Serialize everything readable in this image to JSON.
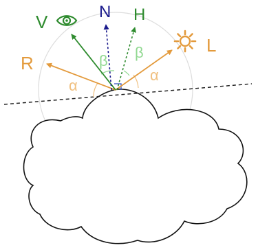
{
  "diagram": {
    "labels": {
      "view": "V",
      "normal": "N",
      "half": "H",
      "light": "L",
      "reflect": "R",
      "alpha_left": "α",
      "alpha_right": "α",
      "beta_left": "β",
      "beta_right": "β"
    },
    "icons": [
      "eye-icon",
      "sun-icon"
    ],
    "colors": {
      "view": "#2e8b2e",
      "normal": "#1a1a8c",
      "half": "#2e8b2e",
      "light": "#e39a3c",
      "reflect": "#e39a3c",
      "alpha": "#f0c080",
      "beta": "#90d890",
      "right_angle": "#3050c0",
      "tangent": "#222222",
      "circle": "#dddddd",
      "cloud": "#111111"
    }
  }
}
